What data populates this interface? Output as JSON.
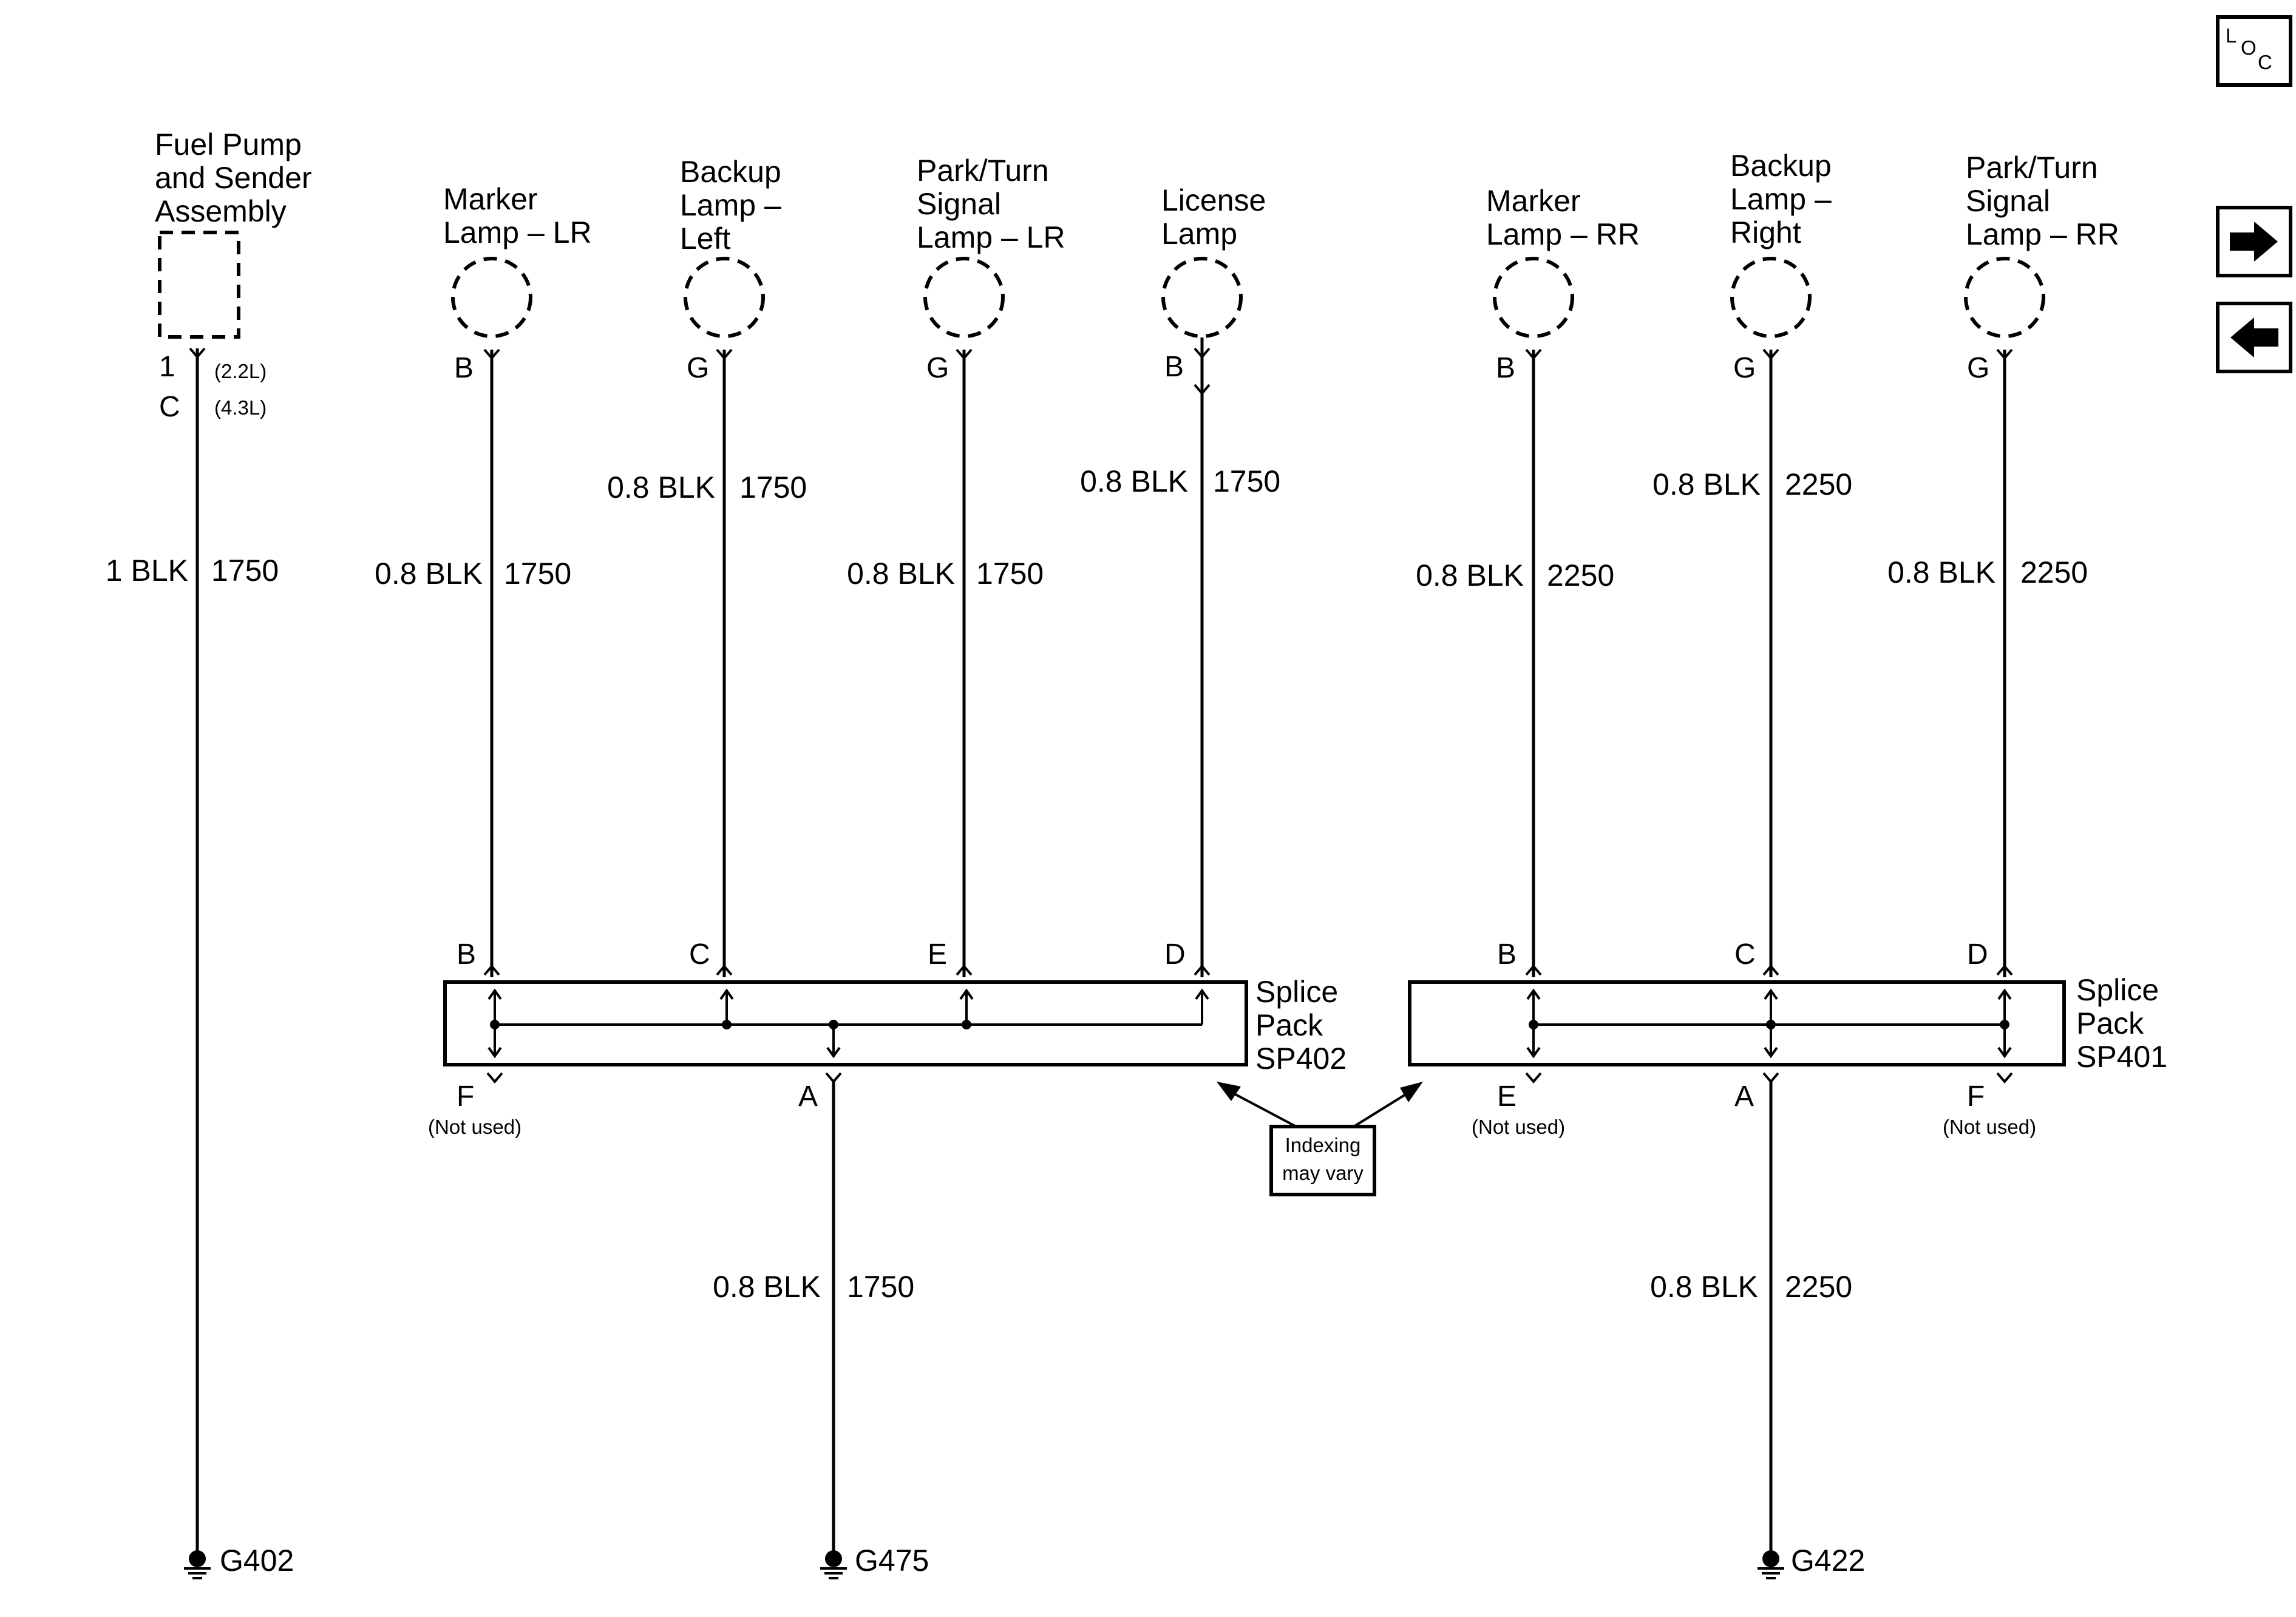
{
  "nav": {
    "loc": {
      "l": "L",
      "o": "O",
      "c": "C",
      "icon": "loc-icon"
    },
    "forward": {
      "icon": "right-arrow-icon"
    },
    "back": {
      "icon": "left-arrow-icon"
    }
  },
  "components": {
    "fuel_pump": {
      "name": [
        "Fuel Pump",
        "and Sender",
        "Assembly"
      ],
      "pin1": "1",
      "pin1_note": "(2.2L)",
      "pin2": "C",
      "pin2_note": "(4.3L)"
    },
    "marker_lr": {
      "name": [
        "Marker",
        "Lamp – LR"
      ],
      "pin": "B"
    },
    "backup_left": {
      "name": [
        "Backup",
        "Lamp –",
        "Left"
      ],
      "pin": "G"
    },
    "parkturn_lr": {
      "name": [
        "Park/Turn",
        "Signal",
        "Lamp – LR"
      ],
      "pin": "G"
    },
    "license": {
      "name": [
        "License",
        "Lamp"
      ],
      "pin": "B"
    },
    "marker_rr": {
      "name": [
        "Marker",
        "Lamp – RR"
      ],
      "pin": "B"
    },
    "backup_right": {
      "name": [
        "Backup",
        "Lamp –",
        "Right"
      ],
      "pin": "G"
    },
    "parkturn_rr": {
      "name": [
        "Park/Turn",
        "Signal",
        "Lamp – RR"
      ],
      "pin": "G"
    }
  },
  "wires": {
    "fuel": {
      "gauge": "1 BLK",
      "circuit": "1750"
    },
    "marker_lr": {
      "gauge": "0.8 BLK",
      "circuit": "1750"
    },
    "backup_left": {
      "gauge": "0.8 BLK",
      "circuit": "1750"
    },
    "parkturn_lr": {
      "gauge": "0.8 BLK",
      "circuit": "1750"
    },
    "license": {
      "gauge": "0.8 BLK",
      "circuit": "1750"
    },
    "marker_rr": {
      "gauge": "0.8 BLK",
      "circuit": "2250"
    },
    "backup_right": {
      "gauge": "0.8 BLK",
      "circuit": "2250"
    },
    "parkturn_rr": {
      "gauge": "0.8 BLK",
      "circuit": "2250"
    },
    "sp402_ground": {
      "gauge": "0.8 BLK",
      "circuit": "1750"
    },
    "sp401_ground": {
      "gauge": "0.8 BLK",
      "circuit": "2250"
    }
  },
  "splice_packs": {
    "sp402": {
      "name": [
        "Splice",
        "Pack",
        "SP402"
      ],
      "top_pins": [
        "B",
        "C",
        "E",
        "D"
      ],
      "bottom_left_pin": "F",
      "bottom_left_note": "(Not used)",
      "bottom_mid_pin": "A"
    },
    "sp401": {
      "name": [
        "Splice",
        "Pack",
        "SP401"
      ],
      "top_pins": [
        "B",
        "C",
        "D"
      ],
      "bottom_left_pin": "E",
      "bottom_left_note": "(Not used)",
      "bottom_mid_pin": "A",
      "bottom_right_pin": "F",
      "bottom_right_note": "(Not used)"
    }
  },
  "note": {
    "lines": [
      "Indexing",
      "may vary"
    ]
  },
  "grounds": {
    "g402": "G402",
    "g475": "G475",
    "g422": "G422"
  }
}
